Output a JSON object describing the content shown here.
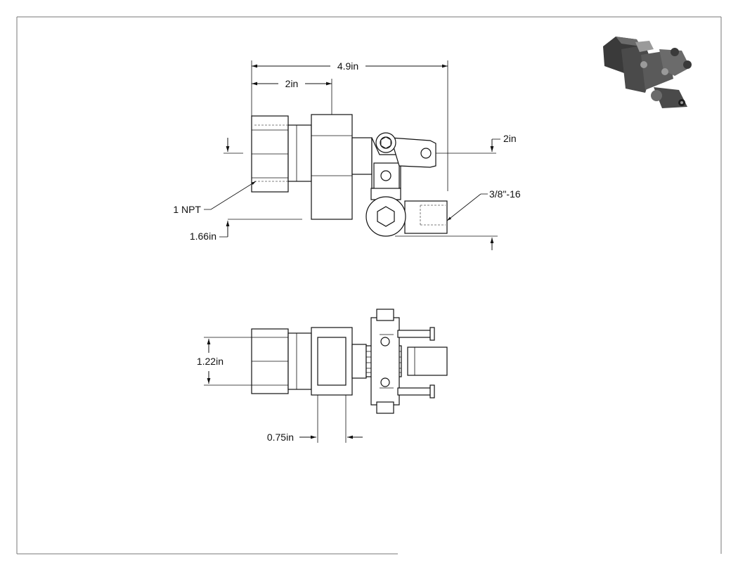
{
  "dimensions": {
    "overall_length": "4.9in",
    "hex_length": "2in",
    "arm_height": "2in",
    "thread_callout": "3/8\"-16",
    "port_size": "1 NPT",
    "body_height": "1.66in",
    "top_width": "1.22in",
    "collar_width": "0.75in"
  },
  "colors": {
    "line": "#111111",
    "frame": "#777777",
    "iso_dark": "#3a3a3a",
    "iso_mid": "#6b6b6b",
    "iso_light": "#9a9a9a"
  }
}
